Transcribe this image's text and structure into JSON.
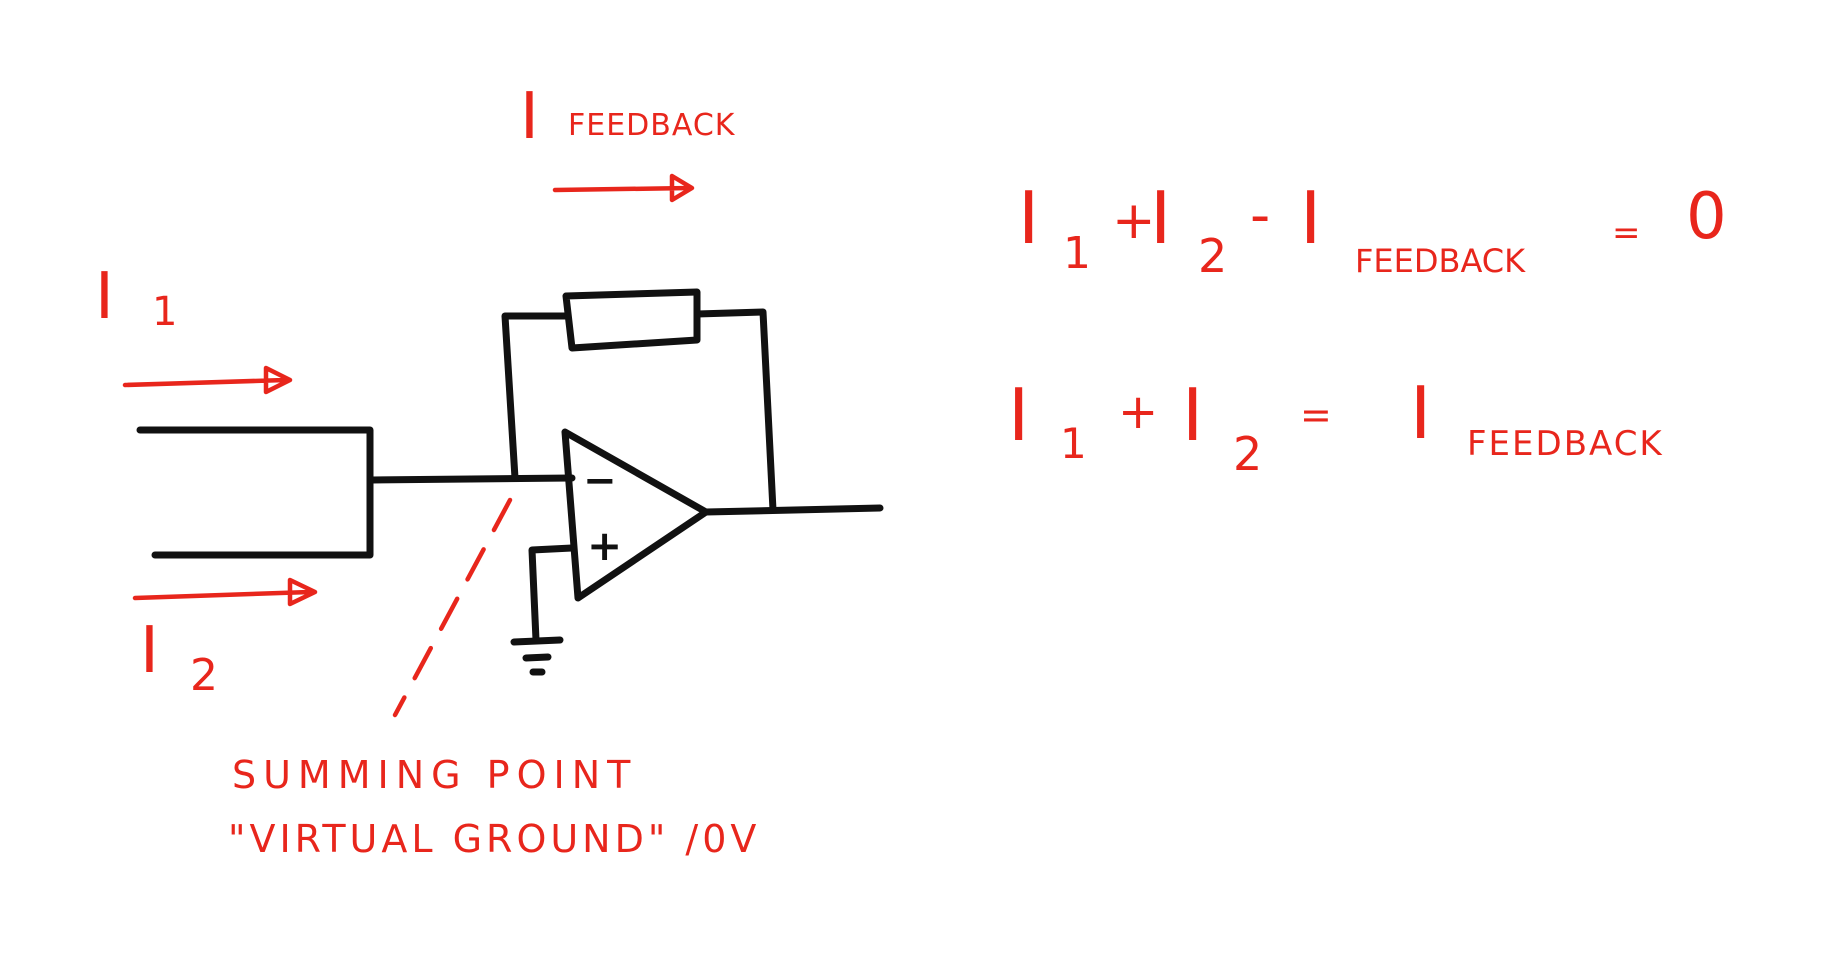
{
  "labels": {
    "i_feedback_top": {
      "main": "I",
      "sub": "FEEDBACK"
    },
    "i1": {
      "main": "I",
      "sub": "1"
    },
    "i2": {
      "main": "I",
      "sub": "2"
    },
    "summing_line1": "SUMMING POINT",
    "summing_line2": "\"VIRTUAL GROUND\" /0V"
  },
  "opamp": {
    "minus": "−",
    "plus": "+"
  },
  "equations": {
    "eq1": {
      "i1_main": "I",
      "i1_sub": "1",
      "plus": "+",
      "i2_main": "I",
      "i2_sub": "2",
      "minus": "-",
      "if_main": "I",
      "if_sub": "FEEDBACK",
      "equals": "=",
      "rhs": "0"
    },
    "eq2": {
      "i1_main": "I",
      "i1_sub": "1",
      "plus": "+",
      "i2_main": "I",
      "i2_sub": "2",
      "equals": "=",
      "if_main": "I",
      "if_sub": "FEEDBACK"
    }
  },
  "colors": {
    "ink_red": "#e8261c",
    "ink_black": "#111111",
    "paper": "#ffffff"
  }
}
